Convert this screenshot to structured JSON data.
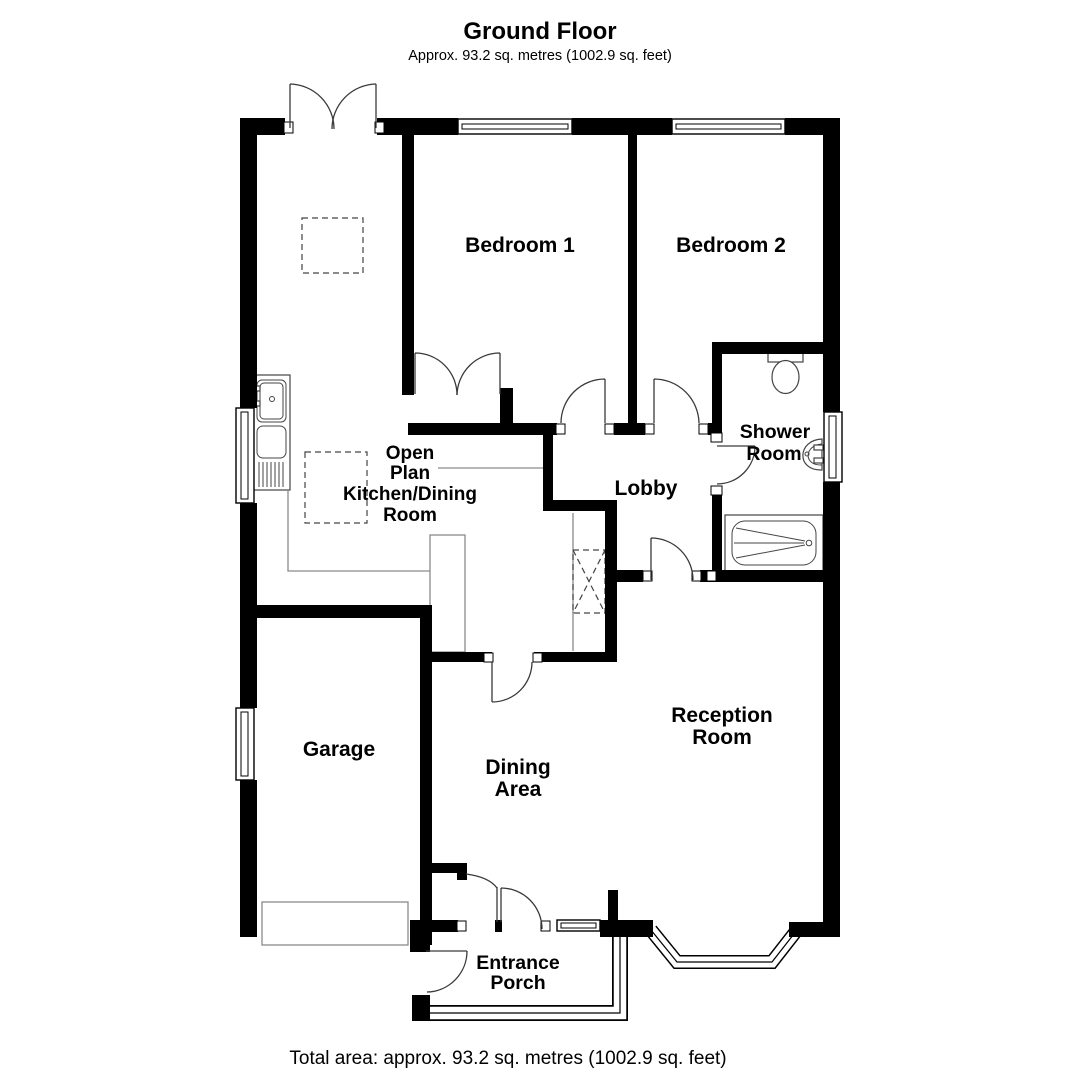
{
  "header": {
    "title": "Ground Floor",
    "subtitle": "Approx. 93.2 sq. metres (1002.9 sq. feet)"
  },
  "footer": {
    "total_area": "Total area: approx. 93.2 sq. metres (1002.9 sq. feet)"
  },
  "rooms": {
    "bedroom1": {
      "label": "Bedroom 1"
    },
    "bedroom2": {
      "label": "Bedroom 2"
    },
    "shower": {
      "lines": [
        "Shower",
        "Room"
      ]
    },
    "lobby": {
      "label": "Lobby"
    },
    "kitchen": {
      "lines": [
        "Open",
        "Plan",
        "Kitchen/Dining",
        "Room"
      ]
    },
    "garage": {
      "label": "Garage"
    },
    "dining": {
      "lines": [
        "Dining",
        "Area"
      ]
    },
    "reception": {
      "lines": [
        "Reception",
        "Room"
      ]
    },
    "porch": {
      "lines": [
        "Entrance",
        "Porch"
      ]
    }
  },
  "fixtures": [
    "kitchen-sink",
    "kitchen-island-dashed",
    "skylight-dashed",
    "airing-cupboard",
    "toilet",
    "wash-basin",
    "bathtub",
    "garage-door",
    "bay-window",
    "porch-glazing"
  ],
  "colors": {
    "wall": "#000000",
    "counter": "#8a8a8a",
    "fixture": "#444444",
    "door_arc": "#3a3a3a",
    "text": "#000000",
    "background": "#ffffff"
  }
}
